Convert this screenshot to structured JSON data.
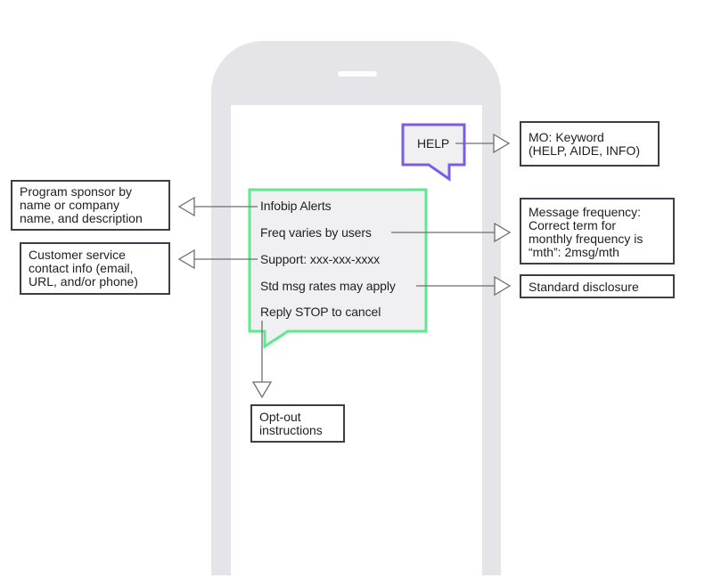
{
  "colors": {
    "phone_body": "#e4e4e9",
    "help_bubble_border": "#7b5ce8",
    "message_bubble_border": "#5fe88f",
    "bubble_fill": "#f0f0f3",
    "label_border": "#3b3d4a",
    "connector": "#6e6e72"
  },
  "help_bubble": {
    "text": "HELP"
  },
  "message_bubble": {
    "lines": [
      "Infobip Alerts",
      "Freq varies by users",
      "Support: xxx-xxx-xxxx",
      "Std msg rates may apply",
      "Reply STOP to cancel"
    ]
  },
  "labels": {
    "mo_keyword": "MO:  Keyword\n(HELP, AIDE, INFO)",
    "program_sponsor": "Program sponsor by\nname or company\nname, and description",
    "customer_service": "Customer service\ncontact info (email,\nURL, and/or phone)",
    "message_frequency": "Message frequency:\nCorrect term for\nmonthly frequency is\n“mth”: 2msg/mth",
    "standard_disclosure": "Standard disclosure",
    "opt_out": "Opt-out\ninstructions"
  }
}
